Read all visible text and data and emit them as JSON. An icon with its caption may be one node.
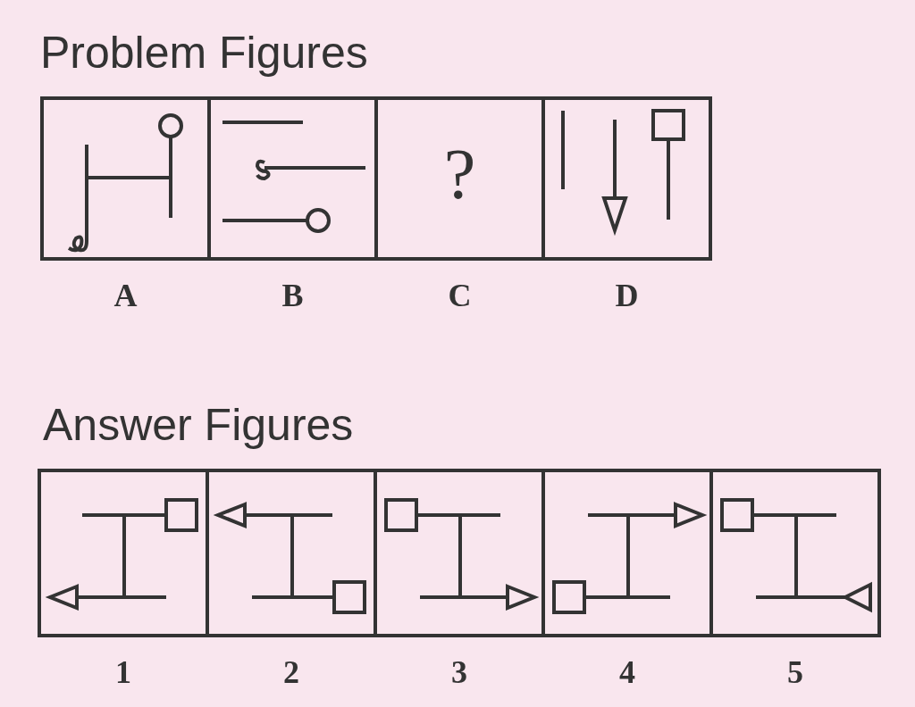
{
  "diagram": {
    "nodes": [
      {
        "text": [],
        "shape": "picture",
        "beside": [
          "A"
        ]
      },
      {
        "text": [],
        "shape": "picture",
        "beside": [
          "B"
        ]
      },
      {
        "text": [
          "?"
        ],
        "beside": [
          "C"
        ]
      },
      {
        "text": [],
        "shape": "picture",
        "beside": [
          "D"
        ]
      },
      {
        "text": [],
        "shape": "picture",
        "beside": [
          "1"
        ]
      },
      {
        "text": [],
        "shape": "picture",
        "beside": [
          "2"
        ]
      },
      {
        "text": [],
        "shape": "picture",
        "beside": [
          "3"
        ]
      },
      {
        "text": [],
        "shape": "picture",
        "beside": [
          "4"
        ]
      },
      {
        "text": [],
        "shape": "picture",
        "beside": [
          "5"
        ]
      }
    ],
    "labels": [
      "Problem Figures",
      "Answer Figures"
    ]
  }
}
